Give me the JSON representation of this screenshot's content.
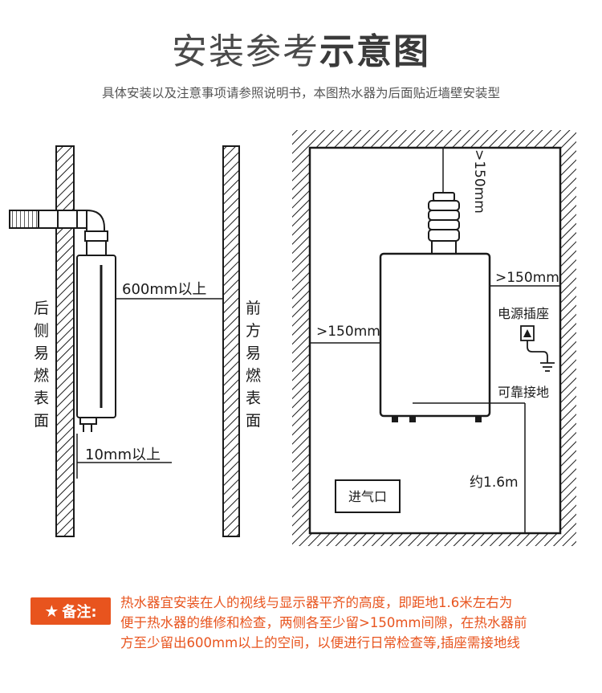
{
  "title": {
    "part1": "安装参考",
    "part2": "示意图"
  },
  "subtitle": "具体安装以及注意事项请参照说明书，本图热水器为后面贴近墙壁安装型",
  "left_diagram": {
    "back_wall_label": [
      "后",
      "侧",
      "易",
      "燃",
      "表",
      "面"
    ],
    "front_wall_label": [
      "前",
      "方",
      "易",
      "燃",
      "表",
      "面"
    ],
    "front_clearance": "600mm以上",
    "back_clearance": "10mm以上"
  },
  "right_diagram": {
    "top_clearance": ">150mm",
    "right_clearance": ">150mm",
    "left_clearance": ">150mm",
    "socket_label": "电源插座",
    "ground_label": "可靠接地",
    "height_label": "约1.6m",
    "air_inlet_label": "进气口"
  },
  "note": {
    "badge": "备注:",
    "lines": [
      "热水器宜安装在人的视线与显示器平齐的高度，即距地1.6米左右为",
      "便于热水器的维修和检查，两侧各至少留>150mm间隙，在热水器前",
      "方至少留出600mm以上的空间，以便进行日常检查等,插座需接地线"
    ]
  },
  "colors": {
    "accent": "#e8541e",
    "line": "#1a1a1a",
    "title": "#4a4a4a"
  }
}
